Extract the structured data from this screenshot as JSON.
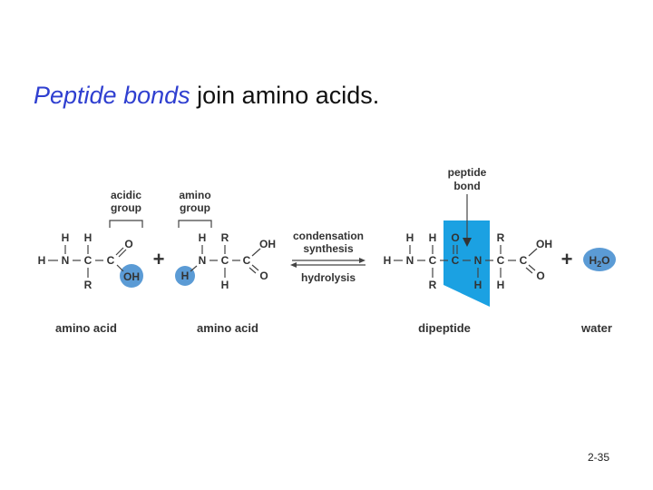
{
  "title": {
    "emphasis": "Peptide bonds",
    "rest": " join amino acids."
  },
  "labels": {
    "acidic_group": [
      "acidic",
      "group"
    ],
    "amino_group": [
      "amino",
      "group"
    ],
    "peptide_bond": [
      "peptide",
      "bond"
    ],
    "condensation_synthesis": [
      "condensation",
      "synthesis"
    ],
    "hydrolysis": "hydrolysis"
  },
  "atoms": {
    "H": "H",
    "N": "N",
    "C": "C",
    "R": "R",
    "O": "O",
    "OH": "OH",
    "dash": "–"
  },
  "plus": "+",
  "water_formula": {
    "h": "H",
    "sub": "2",
    "o": "O"
  },
  "captions": {
    "amino_acid_1": "amino acid",
    "amino_acid_2": "amino acid",
    "dipeptide": "dipeptide",
    "water": "water"
  },
  "page_number": "2-35",
  "colors": {
    "title_emphasis": "#2f3fd0",
    "highlight_circle": "#5b9bd5",
    "peptide_band": "#1ba1e2"
  }
}
